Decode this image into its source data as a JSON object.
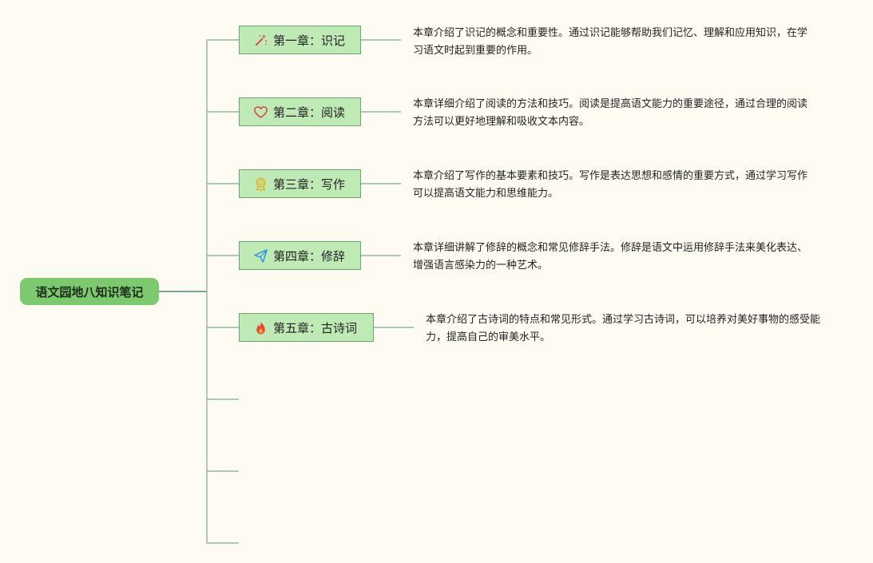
{
  "root": {
    "label": "语文园地八知识笔记"
  },
  "chapters": [
    {
      "label": "第一章：识记",
      "icon": "magic-wand-icon",
      "desc": "本章介绍了识记的概念和重要性。通过识记能够帮助我们记忆、理解和应用知识，在学习语文时起到重要的作用。"
    },
    {
      "label": "第二章：阅读",
      "icon": "heart-icon",
      "desc": "本章详细介绍了阅读的方法和技巧。阅读是提高语文能力的重要途径，通过合理的阅读方法可以更好地理解和吸收文本内容。"
    },
    {
      "label": "第三章：写作",
      "icon": "award-ribbon-icon",
      "desc": "本章介绍了写作的基本要素和技巧。写作是表达思想和感情的重要方式，通过学习写作可以提高语文能力和思维能力。"
    },
    {
      "label": "第四章：修辞",
      "icon": "paper-plane-icon",
      "desc": "本章详细讲解了修辞的概念和常见修辞手法。修辞是语文中运用修辞手法来美化表达、增强语言感染力的一种艺术。"
    },
    {
      "label": "第五章：古诗词",
      "icon": "fire-icon",
      "desc": "本章介绍了古诗词的特点和常见形式。通过学习古诗词，可以培养对美好事物的感受能力，提高自己的审美水平。"
    }
  ],
  "colors": {
    "background": "#fefcf2",
    "root_fill": "#7cc96f",
    "chapter_fill": "#bfeab6",
    "line": "#7aa98c"
  }
}
